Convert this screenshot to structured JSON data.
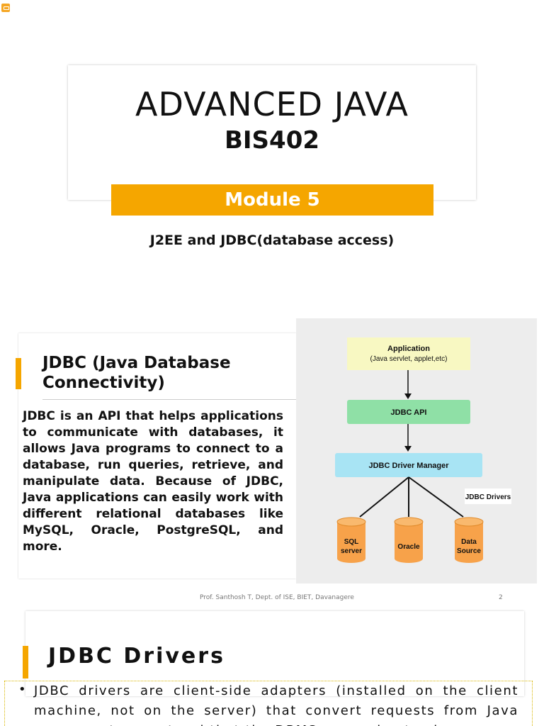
{
  "slide1": {
    "title": "ADVANCED JAVA",
    "course_code": "BIS402",
    "module": "Module 5",
    "subtitle": "J2EE and JDBC(database access)"
  },
  "slide2": {
    "heading": "JDBC (Java Database Connectivity)",
    "body": "JDBC is an API that helps applications to communicate with databases, it allows Java programs to connect to a database, run queries, retrieve, and manipulate data. Because of JDBC, Java applications can easily work with different relational databases like MySQL, Oracle, PostgreSQL, and more.",
    "diagram": {
      "application_title": "Application",
      "application_sub": "(Java servlet, applet,etc)",
      "api": "JDBC API",
      "manager": "JDBC Driver Manager",
      "drivers_label": "JDBC Drivers",
      "db1_line1": "SQL",
      "db1_line2": "server",
      "db2": "Oracle",
      "db3_line1": "Data",
      "db3_line2": "Source"
    },
    "colors": {
      "application_box": "#f8f8c2",
      "api_box": "#8fe0a6",
      "manager_box": "#a8e4f4",
      "database": "#f7a24a"
    },
    "footer": "Prof. Santhosh T, Dept. of ISE, BIET, Davanagere",
    "page_number": "2"
  },
  "slide3": {
    "title": "JDBC Drivers",
    "bullet": "JDBC drivers are client-side adapters (installed on the client machine, not on the server) that convert requests from Java programs to a protocol that the DBMS can understand."
  },
  "accent_color": "#f5a600"
}
